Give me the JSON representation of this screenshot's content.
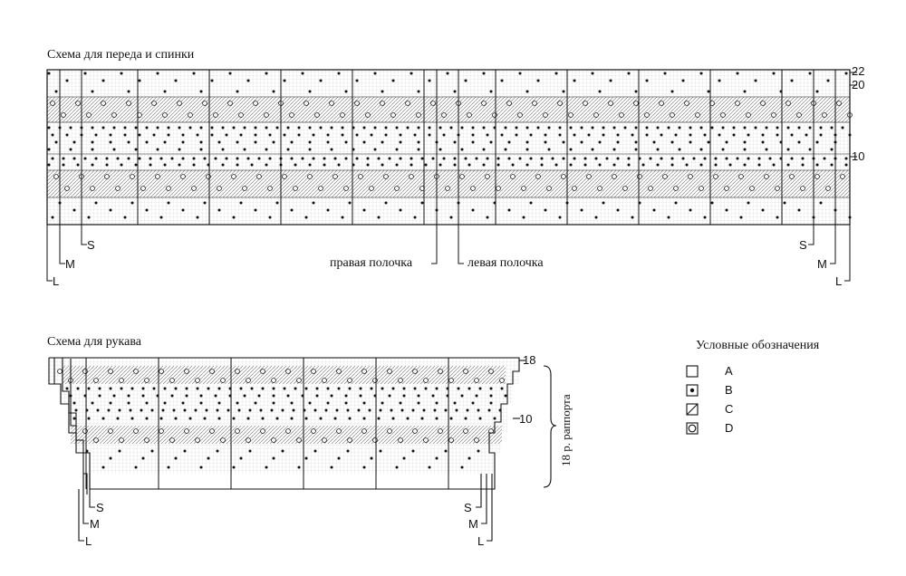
{
  "front_back": {
    "title": "Схема для переда и спинки",
    "row_numbers": [
      "22",
      "20",
      "10"
    ],
    "sizes_left": [
      "S",
      "M",
      "L"
    ],
    "sizes_right": [
      "S",
      "M",
      "L"
    ],
    "right_front": "правая полочка",
    "left_front": "левая полочка"
  },
  "sleeve": {
    "title": "Схема для рукава",
    "row_numbers": [
      "18",
      "10"
    ],
    "repeat_label": "18 р. раппорта",
    "sizes_left": [
      "S",
      "M",
      "L"
    ],
    "sizes_right": [
      "S",
      "M",
      "L"
    ]
  },
  "legend": {
    "title": "Условные обозначения",
    "items": [
      {
        "symbol": "empty-square-icon",
        "label": "A"
      },
      {
        "symbol": "dot-square-icon",
        "label": "B"
      },
      {
        "symbol": "hatched-square-icon",
        "label": "C"
      },
      {
        "symbol": "circle-square-icon",
        "label": "D"
      }
    ]
  },
  "colors": {
    "ink": "#111111",
    "grid": "#b8b8b8",
    "hatch": "#8a8a8a"
  }
}
